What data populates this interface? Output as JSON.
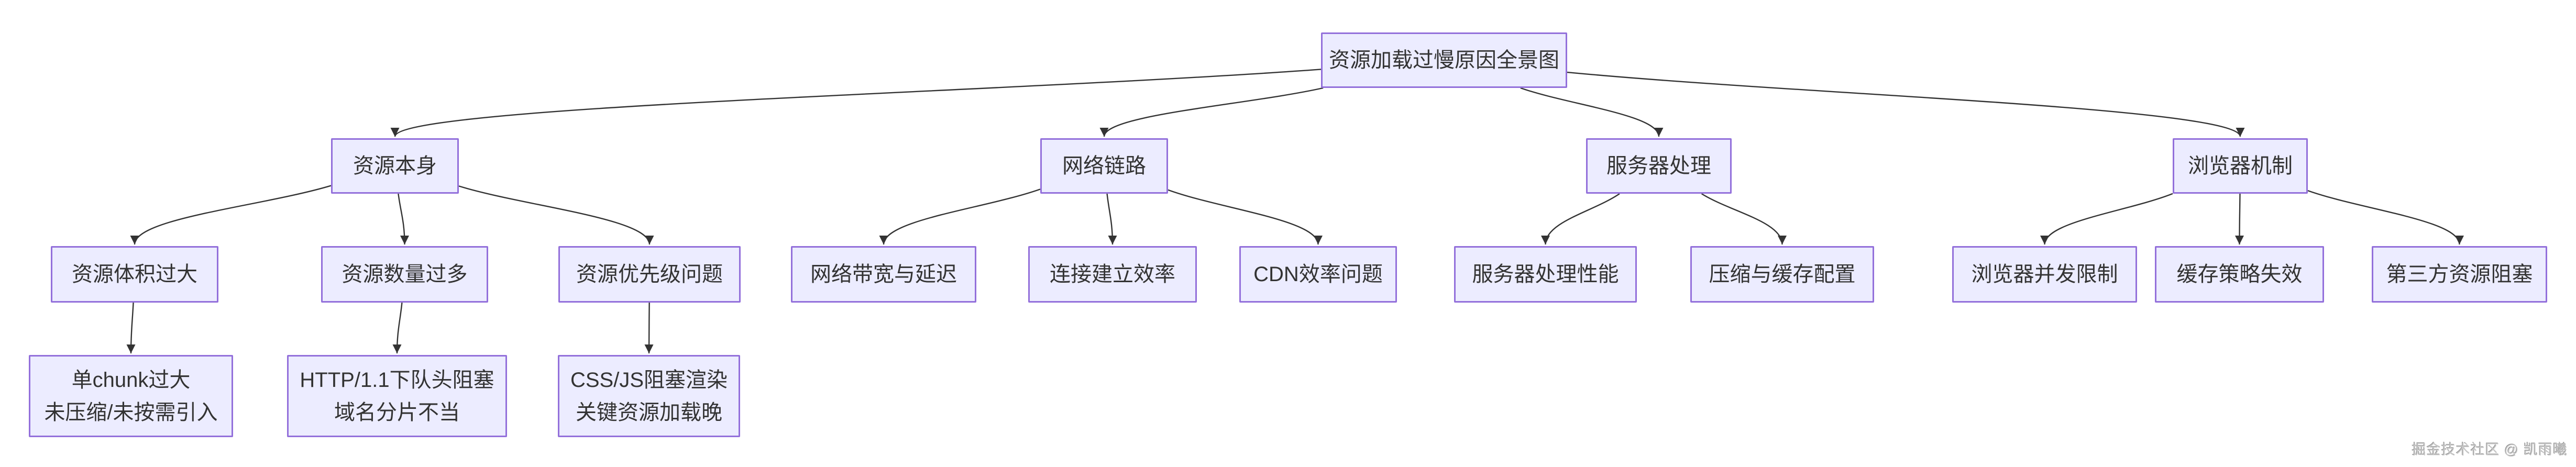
{
  "diagram": {
    "nodes": [
      {
        "id": "root",
        "lines": [
          "资源加载过慢原因全景图"
        ]
      },
      {
        "id": "resource",
        "lines": [
          "资源本身"
        ]
      },
      {
        "id": "network",
        "lines": [
          "网络链路"
        ]
      },
      {
        "id": "server",
        "lines": [
          "服务器处理"
        ]
      },
      {
        "id": "browser",
        "lines": [
          "浏览器机制"
        ]
      },
      {
        "id": "size",
        "lines": [
          "资源体积过大"
        ]
      },
      {
        "id": "count",
        "lines": [
          "资源数量过多"
        ]
      },
      {
        "id": "priority",
        "lines": [
          "资源优先级问题"
        ]
      },
      {
        "id": "bandwidth",
        "lines": [
          "网络带宽与延迟"
        ]
      },
      {
        "id": "connection",
        "lines": [
          "连接建立效率"
        ]
      },
      {
        "id": "cdn",
        "lines": [
          "CDN效率问题"
        ]
      },
      {
        "id": "serverperf",
        "lines": [
          "服务器处理性能"
        ]
      },
      {
        "id": "compression",
        "lines": [
          "压缩与缓存配置"
        ]
      },
      {
        "id": "concurrency",
        "lines": [
          "浏览器并发限制"
        ]
      },
      {
        "id": "cache",
        "lines": [
          "缓存策略失效"
        ]
      },
      {
        "id": "thirdparty",
        "lines": [
          "第三方资源阻塞"
        ]
      },
      {
        "id": "chunk",
        "lines": [
          "单chunk过大",
          "未压缩/未按需引入"
        ]
      },
      {
        "id": "http11",
        "lines": [
          "HTTP/1.1下队头阻塞",
          "域名分片不当"
        ]
      },
      {
        "id": "cssjs",
        "lines": [
          "CSS/JS阻塞渲染",
          "关键资源加载晚"
        ]
      }
    ],
    "edges": [
      {
        "from": "root",
        "to": "resource"
      },
      {
        "from": "root",
        "to": "network"
      },
      {
        "from": "root",
        "to": "server"
      },
      {
        "from": "root",
        "to": "browser"
      },
      {
        "from": "resource",
        "to": "size"
      },
      {
        "from": "resource",
        "to": "count"
      },
      {
        "from": "resource",
        "to": "priority"
      },
      {
        "from": "network",
        "to": "bandwidth"
      },
      {
        "from": "network",
        "to": "connection"
      },
      {
        "from": "network",
        "to": "cdn"
      },
      {
        "from": "server",
        "to": "serverperf"
      },
      {
        "from": "server",
        "to": "compression"
      },
      {
        "from": "browser",
        "to": "concurrency"
      },
      {
        "from": "browser",
        "to": "cache"
      },
      {
        "from": "browser",
        "to": "thirdparty"
      }
    ],
    "colors": {
      "node_fill": "#ECECFF",
      "node_border": "#9370DB",
      "edge": "#333333",
      "text": "#333333"
    }
  },
  "watermark": {
    "text": "掘金技术社区 @ 凯雨曦"
  }
}
